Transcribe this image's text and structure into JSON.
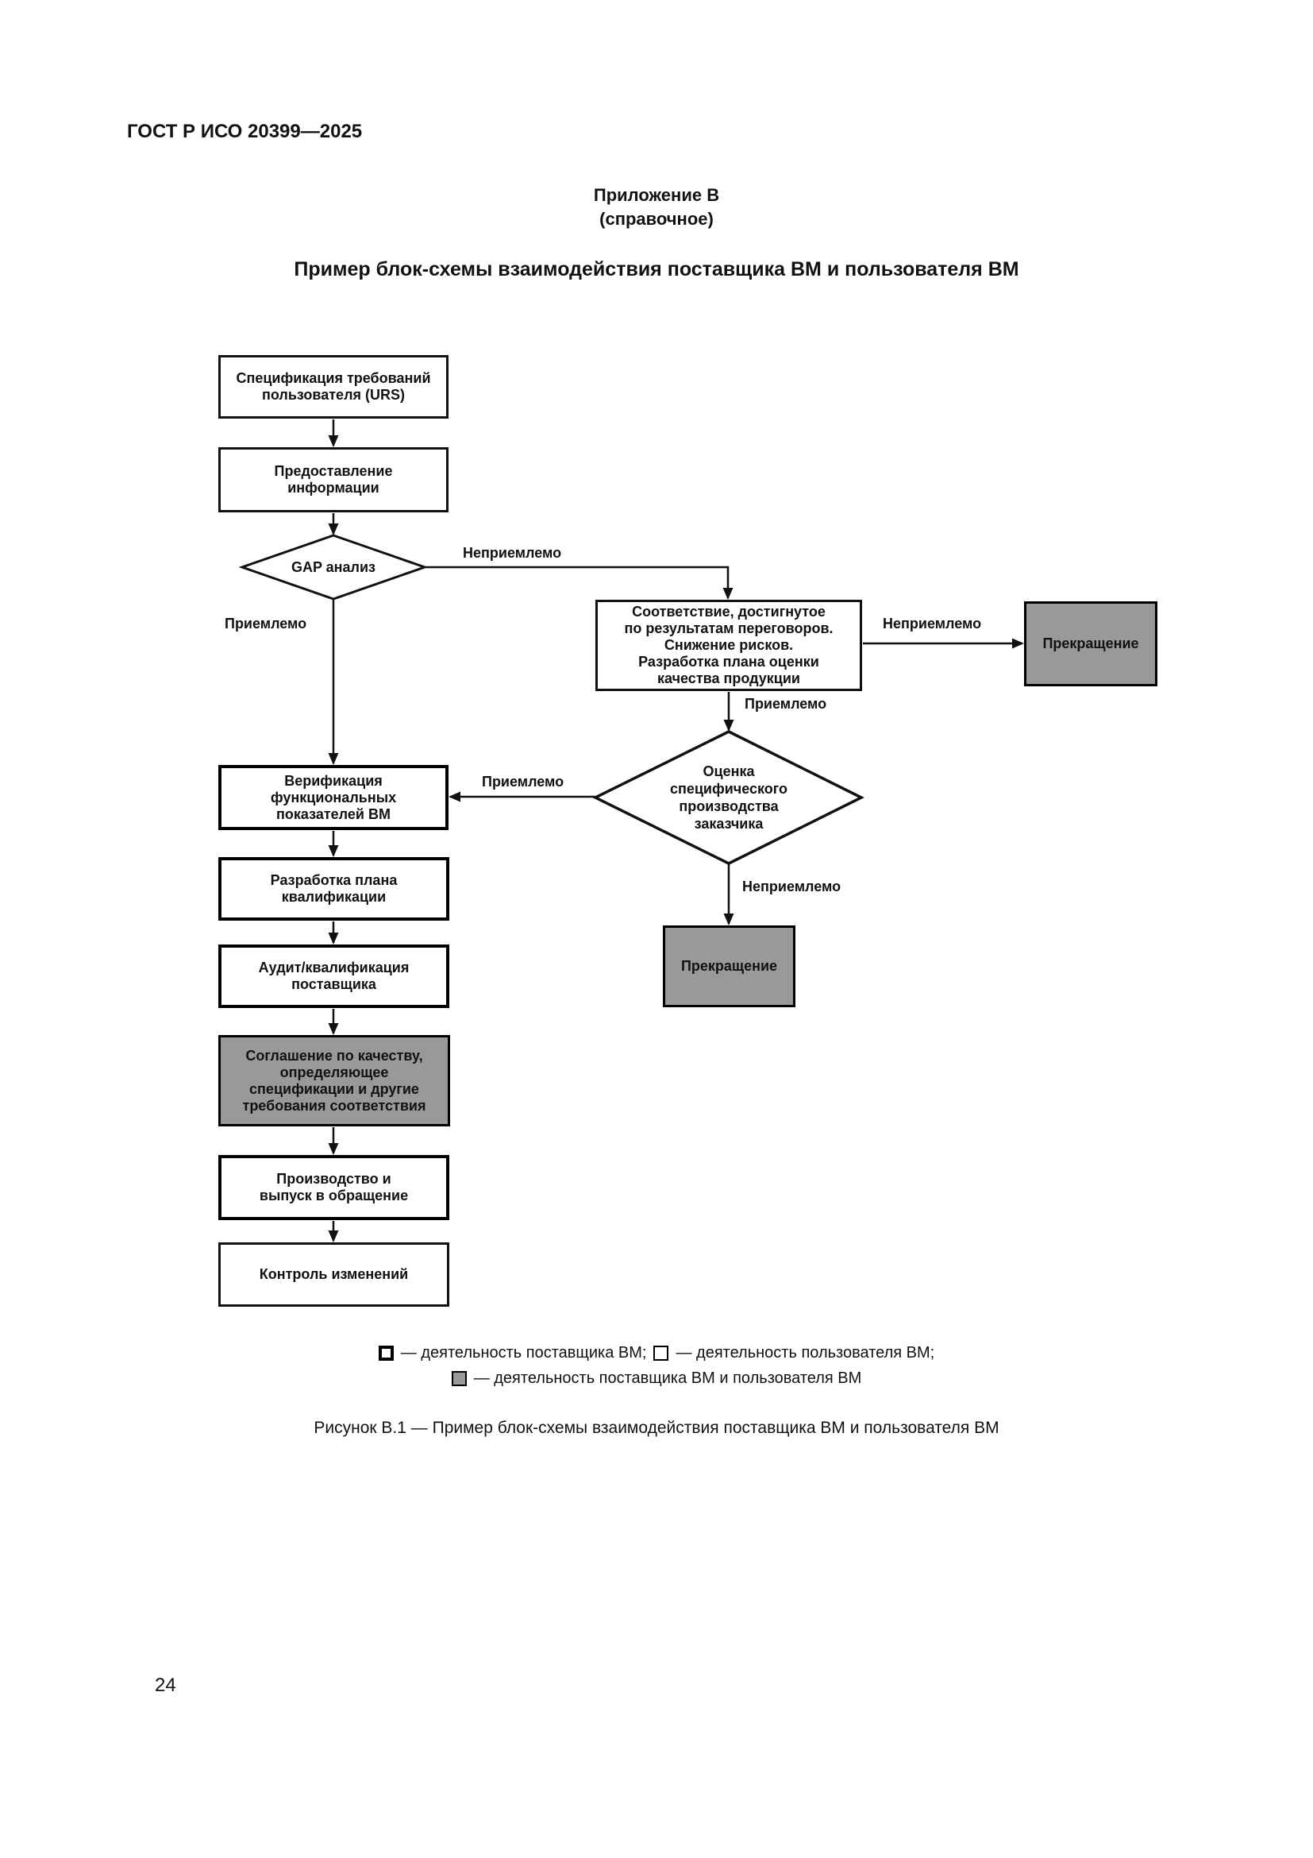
{
  "page": {
    "standard": "ГОСТ Р ИСО 20399—2025",
    "page_number": "24"
  },
  "appendix": {
    "heading": "Приложение В",
    "subheading": "(справочное)",
    "title": "Пример блок-схемы взаимодействия поставщика ВМ и пользователя ВМ"
  },
  "flowchart": {
    "nodes": {
      "urs": {
        "label": "Спецификация требований\nпользователя (URS)"
      },
      "info": {
        "label": "Предоставление\nинформации"
      },
      "gap": {
        "label": "GAP анализ"
      },
      "negotiation": {
        "label": "Соответствие, достигнутое\nпо результатам переговоров.\nСнижение рисков.\nРазработка плана оценки\nкачества продукции"
      },
      "termination1": {
        "label": "Прекращение"
      },
      "assessment": {
        "label": "Оценка\nспецифического\nпроизводства\nзаказчика"
      },
      "verification": {
        "label": "Верификация\nфункциональных\nпоказателей ВМ"
      },
      "qual_plan": {
        "label": "Разработка плана\nквалификации"
      },
      "audit": {
        "label": "Аудит/квалификация\nпоставщика"
      },
      "agreement": {
        "label": "Соглашение по качеству,\nопределяющее\nспецификации и другие\nтребования соответствия"
      },
      "production": {
        "label": "Производство и\nвыпуск в обращение"
      },
      "change_control": {
        "label": "Контроль изменений"
      },
      "termination2": {
        "label": "Прекращение"
      }
    },
    "edge_labels": {
      "gap_unacceptable": "Неприемлемо",
      "gap_acceptable": "Приемлемо",
      "negotiation_unacceptable": "Неприемлемо",
      "negotiation_acceptable": "Приемлемо",
      "assessment_acceptable": "Приемлемо",
      "assessment_unacceptable": "Неприемлемо"
    }
  },
  "legend": {
    "supplier_label": "— деятельность поставщика ВМ;",
    "user_label": "— деятельность пользователя ВМ;",
    "both_label": "— деятельность поставщика ВМ и пользователя ВМ"
  },
  "caption": "Рисунок В.1 — Пример блок-схемы взаимодействия поставщика ВМ и пользователя ВМ",
  "colors": {
    "activity_gray": "#999999",
    "line": "#111111"
  }
}
